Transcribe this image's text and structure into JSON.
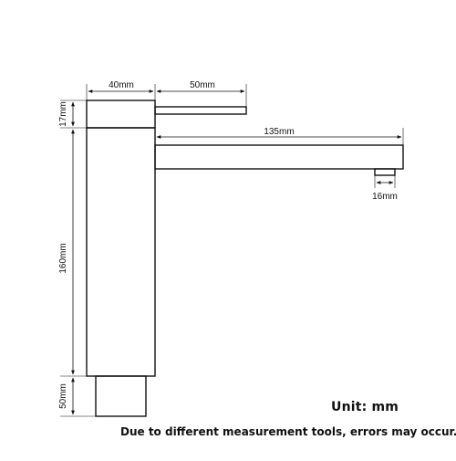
{
  "dimensions": {
    "base_width": "40mm",
    "handle_length": "50mm",
    "spout_length": "135mm",
    "outlet_diameter": "16mm",
    "top_height": "17mm",
    "body_height": "160mm",
    "base_height": "50mm"
  },
  "unit_label": "Unit: mm",
  "disclaimer": "Due to different measurement tools, errors may occur.",
  "colors": {
    "line": "#111111",
    "background": "#ffffff"
  }
}
